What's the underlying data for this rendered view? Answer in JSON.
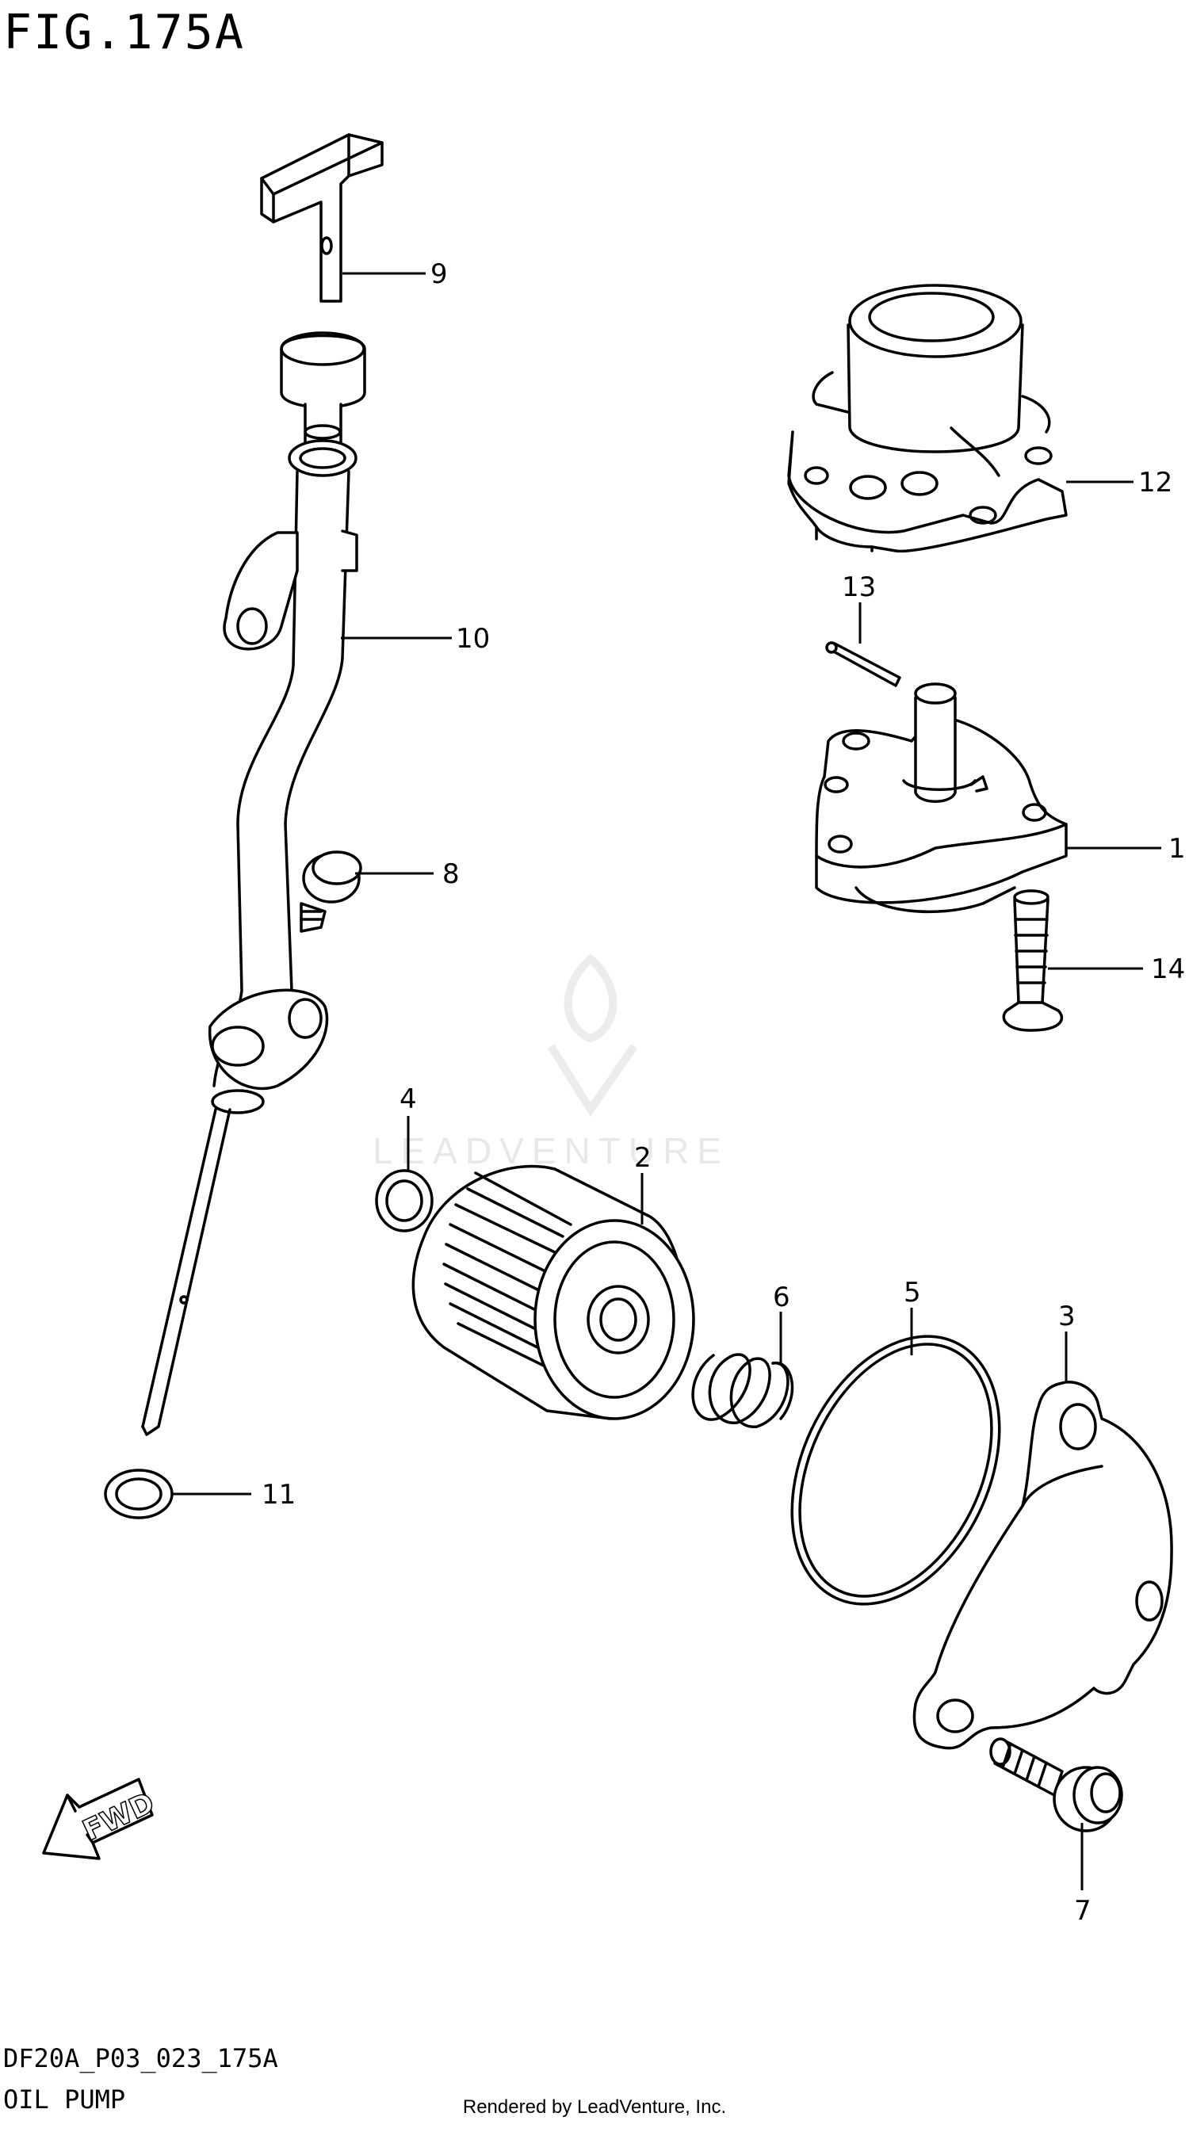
{
  "figure": {
    "title": "FIG.175A",
    "code": "DF20A_P03_023_175A",
    "subtitle": "OIL PUMP",
    "rendered_by": "Rendered by LeadVenture, Inc.",
    "watermark": "LEADVENTURE",
    "fwd_label": "FWD"
  },
  "callouts": {
    "c1": "1",
    "c2": "2",
    "c3": "3",
    "c4": "4",
    "c5": "5",
    "c6": "6",
    "c7": "7",
    "c8": "8",
    "c9": "9",
    "c10": "10",
    "c11": "11",
    "c12": "12",
    "c13": "13",
    "c14": "14"
  }
}
